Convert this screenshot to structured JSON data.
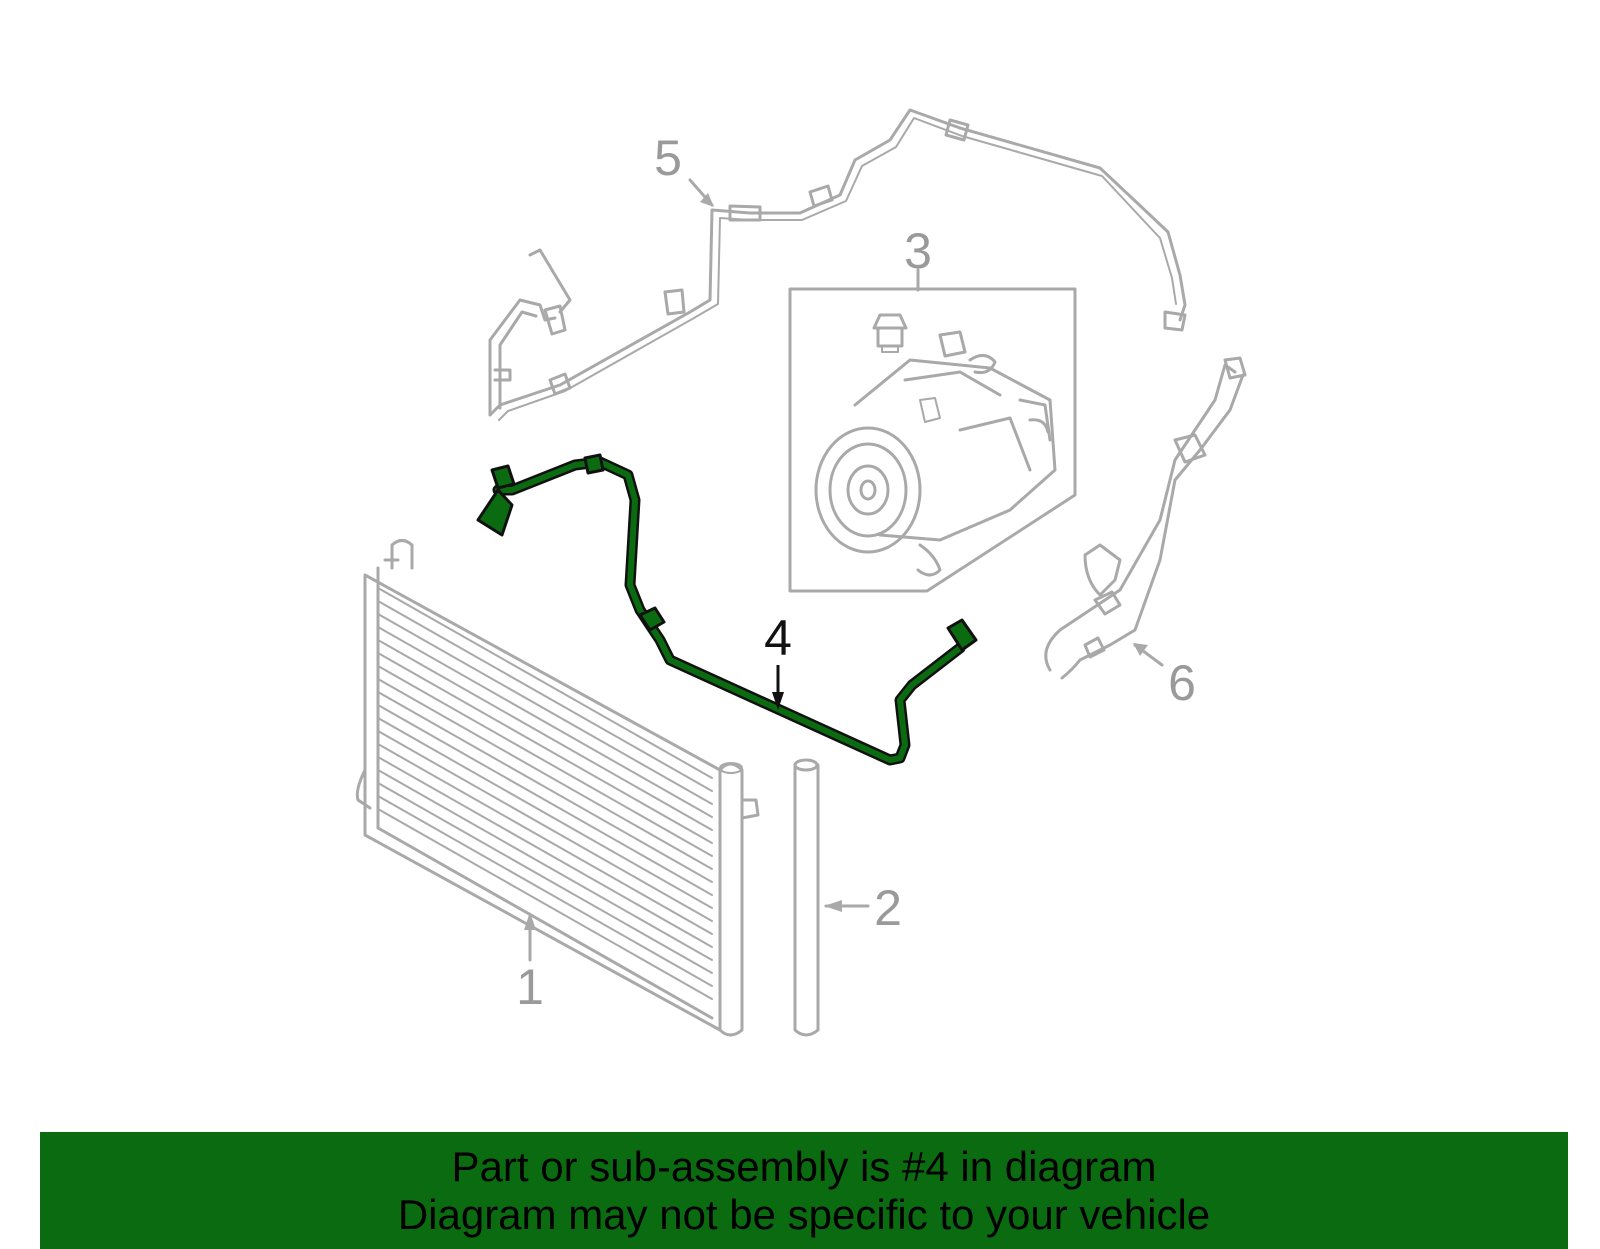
{
  "callouts": {
    "c1": "1",
    "c2": "2",
    "c3": "3",
    "c4": "4",
    "c5": "5",
    "c6": "6"
  },
  "banner": {
    "line1": "Part or sub-assembly is #4 in diagram",
    "line2": "Diagram may not be specific to your vehicle"
  },
  "colors": {
    "highlight_part": "#0b6b10",
    "banner_background": "#0b6b10",
    "line_art": "#a9a9a9",
    "highlight_callout": "#111111"
  }
}
